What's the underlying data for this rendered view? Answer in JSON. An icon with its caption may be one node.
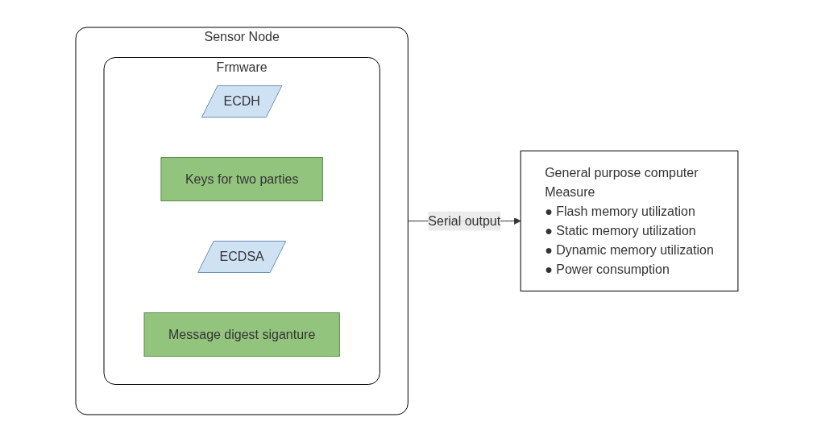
{
  "diagram": {
    "nodes": [
      {
        "text": [
          "Sensor Node"
        ]
      },
      {
        "text": [
          "Frmware"
        ],
        "in": 0
      },
      {
        "text": [
          "ECDH"
        ],
        "in": 1
      },
      {
        "text": [
          "Keys for two parties"
        ],
        "in": 1
      },
      {
        "text": [
          "ECDSA"
        ],
        "in": 1
      },
      {
        "text": [
          "Message digest siganture"
        ],
        "in": 1
      },
      {
        "text": [
          "General purpose computer",
          "Measure",
          "● Flash memory utilization",
          "● Static memory utilization",
          "● Dynamic memory utilization",
          "● Power consumption"
        ]
      }
    ],
    "edges": [
      {
        "from": 0,
        "to": 6,
        "arrow": "to",
        "label": "Serial output"
      }
    ]
  }
}
